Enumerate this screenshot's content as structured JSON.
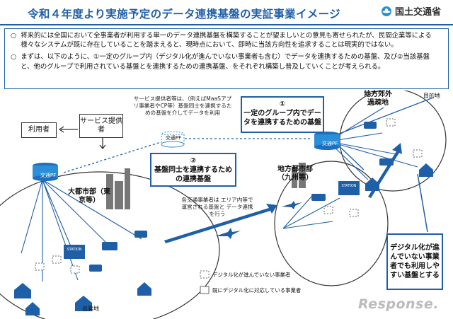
{
  "header": {
    "title": "令和４年度より実施予定のデータ連携基盤の実証事業イメージ",
    "agency": "国土交通省"
  },
  "notes": [
    {
      "bullet": "○",
      "text": "将来的には全国において全事業者が利用する単一のデータ連携基盤を構築することが望ましいとの意見も寄せられたが、民間企業等による様々なシステムが既に存在していることを踏まえると、現時点において、即時に当該方向性を追求することは現実的ではない。"
    },
    {
      "bullet": "○",
      "text": "まずは、以下のように、①一定のグループ内（デジタル化が進んでいない事業者も含む）でデータを連携するための基盤、及び②当該基盤と、他のグループで利用されている基盤とを連携するための連携基盤、をそれぞれ構築し普及していくことが考えられる。"
    }
  ],
  "diagram": {
    "user_box": "利用者",
    "service_box": "サービス提供者",
    "service_callout": "サービス提供者等は、（例えばMaaSアプリ事業者やCP等）基盤同士を連携するための基盤を介してデータを利用",
    "box1_num": "①",
    "box1_text": "一定のグループ内でデータを連携するための基盤",
    "box2_num": "②",
    "box2_text": "基盤同士を連携するための連携基盤",
    "pf_label": "交通PF",
    "city_large": "大都市部（東京等）",
    "city_regional": "地方都市部（九州等）",
    "rural": "地方郊外過疎地",
    "destination": "目的地",
    "origin": "出発地",
    "operators_callout": "各交通事業者は エリア内等で運営される基盤と データ連携を行う",
    "station": "STATION",
    "digital_note": "デジタル化が進んでいない事業者でも利用しやすい基盤とする",
    "legend_non_digital": "デジタル化が進んでいない事業者",
    "legend_digital": "既にデジタル化に対応している事業者"
  },
  "watermark": "Response."
}
